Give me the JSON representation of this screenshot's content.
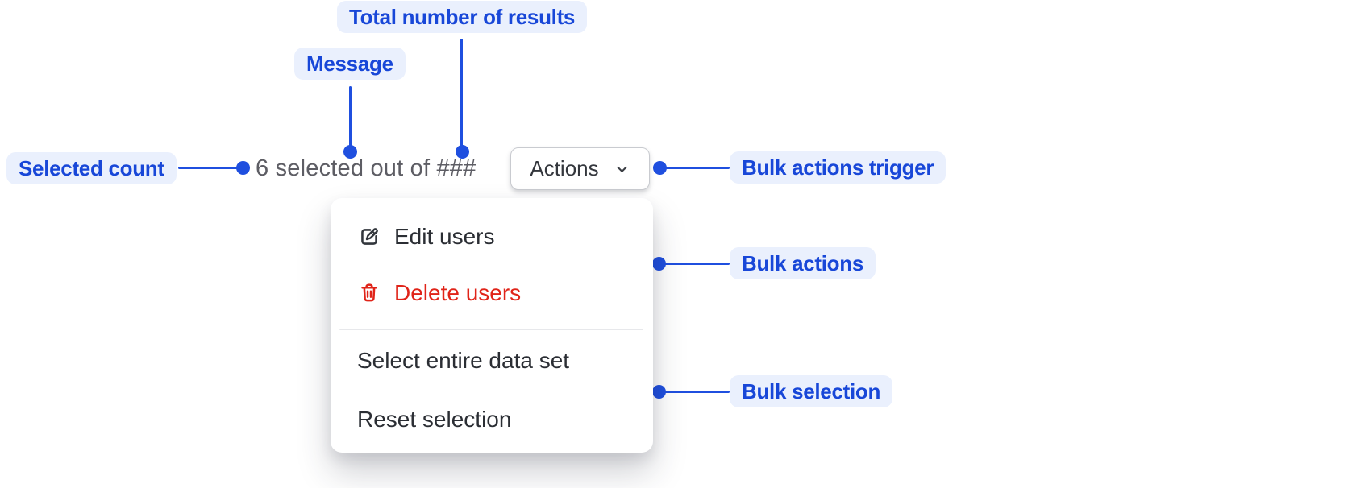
{
  "diagram": {
    "annotations": {
      "total_results": "Total number of results",
      "message": "Message",
      "selected_count": "Selected count",
      "bulk_actions_trigger": "Bulk actions trigger",
      "bulk_actions": "Bulk actions",
      "bulk_selection": "Bulk selection"
    },
    "colors": {
      "annotation_text": "#1847d8",
      "annotation_chip_bg": "#eaf0fd",
      "connector_blue": "#1f4fdf",
      "message_gray": "#5d5d64",
      "menu_text": "#2b2e34",
      "critical_red": "#e02419",
      "button_border": "#c9cbd0"
    }
  },
  "bulk_actions_ui": {
    "selection_message": "6 selected out of ###",
    "trigger_button": {
      "label": "Actions",
      "icon": "chevron-down-icon"
    },
    "menu": {
      "bulk_actions_items": [
        {
          "label": "Edit users",
          "icon": "edit-icon",
          "tone": "default"
        },
        {
          "label": "Delete users",
          "icon": "trash-icon",
          "tone": "critical"
        }
      ],
      "bulk_selection_items": [
        {
          "label": "Select entire data set"
        },
        {
          "label": "Reset selection"
        }
      ]
    }
  }
}
